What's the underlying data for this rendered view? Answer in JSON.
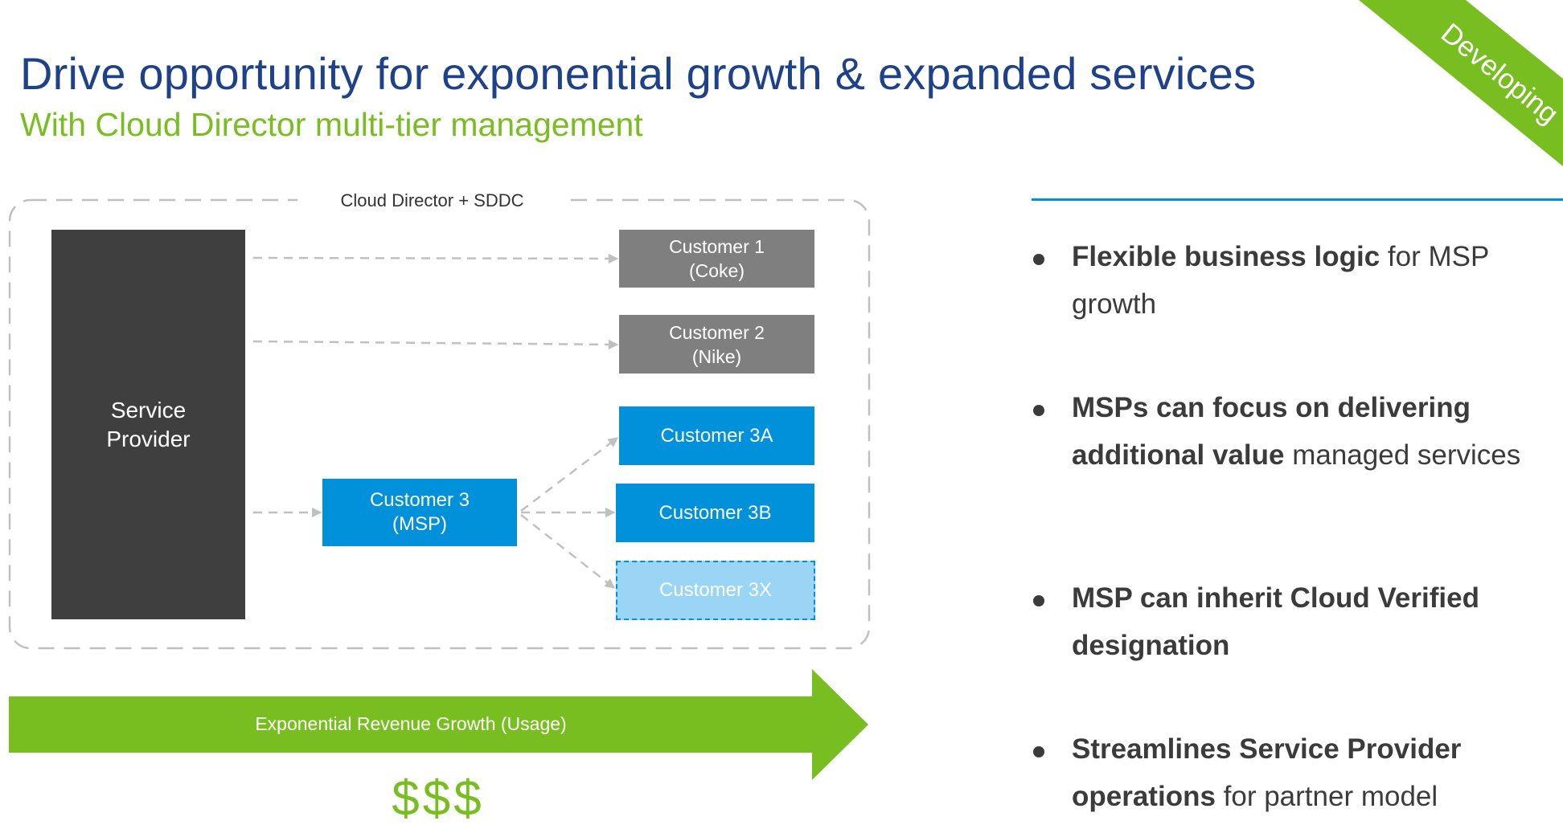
{
  "header": {
    "title": "Drive opportunity for exponential growth & expanded services",
    "subtitle": "With Cloud Director multi-tier management",
    "ribbon": "Developing"
  },
  "colors": {
    "title": "#1d428a",
    "accent_green": "#78be20",
    "accent_blue": "#0091da",
    "light_blue": "#9ad5f5",
    "provider_dark": "#3f3f3f",
    "customer_gray": "#7f7f7f",
    "connector": "#c0c0c0",
    "body_text": "#3b3b3b"
  },
  "diagram": {
    "frame_label": "Cloud Director + SDDC",
    "provider": {
      "line1": "Service",
      "line2": "Provider"
    },
    "customers": [
      {
        "id": "customer-1",
        "line1": "Customer 1",
        "line2": "(Coke)",
        "style": "gray"
      },
      {
        "id": "customer-2",
        "line1": "Customer 2",
        "line2": "(Nike)",
        "style": "gray"
      },
      {
        "id": "customer-3",
        "line1": "Customer 3",
        "line2": "(MSP)",
        "style": "blue"
      }
    ],
    "sub_customers": [
      {
        "id": "customer-3a",
        "label": "Customer 3A",
        "style": "blue"
      },
      {
        "id": "customer-3b",
        "label": "Customer 3B",
        "style": "blue"
      },
      {
        "id": "customer-3x",
        "label": "Customer 3X",
        "style": "light-dashed"
      }
    ],
    "growth_arrow": "Exponential Revenue Growth (Usage)",
    "dollars": "$$$"
  },
  "bullets": [
    {
      "bold": "Flexible business logic",
      "rest": " for MSP growth"
    },
    {
      "bold": "MSPs can focus on delivering additional value",
      "rest": " managed services"
    },
    {
      "bold": "MSP can inherit Cloud Verified designation",
      "rest": ""
    },
    {
      "bold": "Streamlines Service Provider operations",
      "rest": " for partner model"
    }
  ]
}
